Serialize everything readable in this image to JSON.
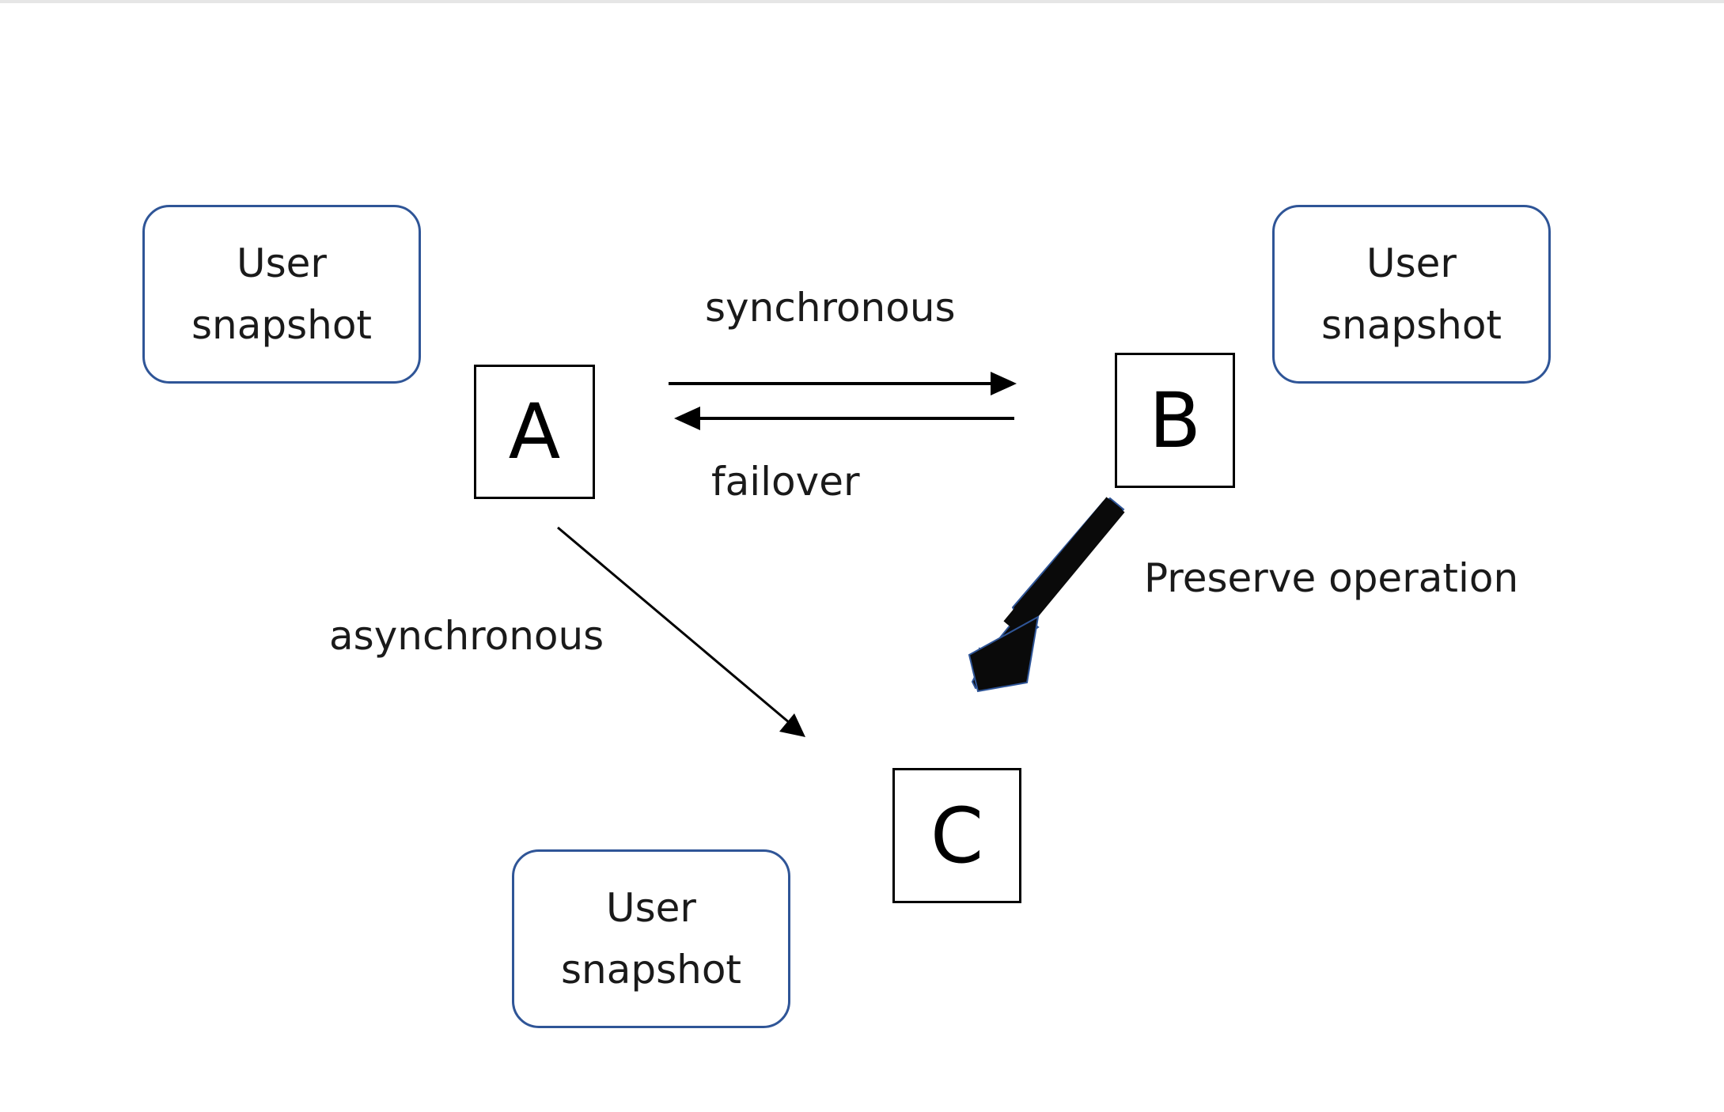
{
  "snapshots": {
    "a": {
      "line1": "User",
      "line2": "snapshot"
    },
    "b": {
      "line1": "User",
      "line2": "snapshot"
    },
    "c": {
      "line1": "User",
      "line2": "snapshot"
    }
  },
  "nodes": {
    "a": "A",
    "b": "B",
    "c": "C"
  },
  "labels": {
    "synchronous": "synchronous",
    "failover": "failover",
    "asynchronous": "asynchronous",
    "preserve": "Preserve operation"
  },
  "colors": {
    "snapshot_border": "#2f5597",
    "arrow": "#000000"
  }
}
